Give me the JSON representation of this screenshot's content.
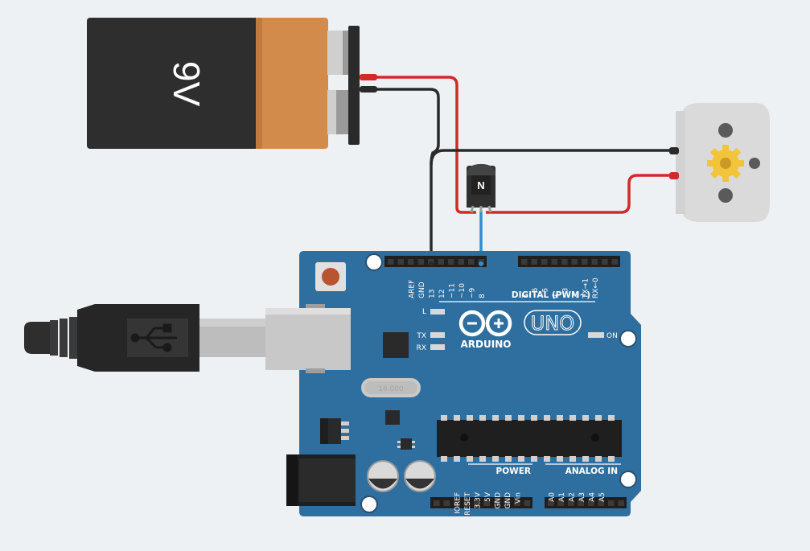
{
  "battery": {
    "label": "9V"
  },
  "transistor": {
    "label": "N"
  },
  "arduino": {
    "brand": "ARDUINO",
    "model": "UNO",
    "digital_label": "DIGITAL (PWM~)",
    "power_label": "POWER",
    "analog_label": "ANALOG IN",
    "led_on": "ON",
    "led_l": "L",
    "led_tx": "TX",
    "led_rx": "RX",
    "crystal": "16.000",
    "top_pins": [
      "AREF",
      "GND",
      "13",
      "12",
      "~11",
      "~10",
      "~9",
      "8",
      "7",
      "~6",
      "~5",
      "4",
      "~3",
      "2",
      "TX→1",
      "RX←0"
    ],
    "power_pins": [
      "IOREF",
      "RESET",
      "3.3V",
      "5V",
      "GND",
      "GND",
      "Vin"
    ],
    "analog_pins": [
      "A0",
      "A1",
      "A2",
      "A3",
      "A4",
      "A5"
    ]
  },
  "colors": {
    "background": "#eef1f3",
    "board": "#2f6f9f",
    "battery_body": "#2e2e2e",
    "battery_cap": "#d38b4c",
    "wire_red": "#d12a2a",
    "wire_black": "#2a2a2a",
    "wire_blue": "#2b8fd1"
  }
}
